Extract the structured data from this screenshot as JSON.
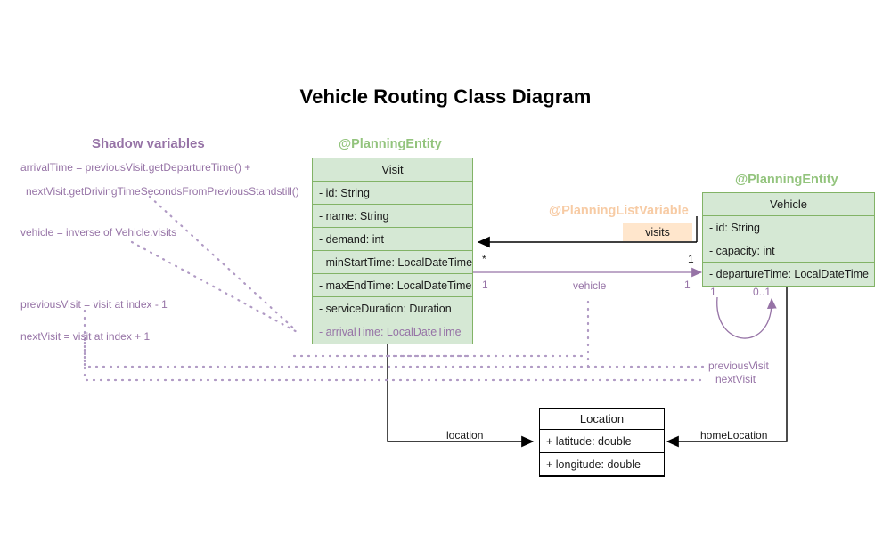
{
  "title": "Vehicle Routing Class Diagram",
  "sections": {
    "shadow_variables_title": "Shadow variables"
  },
  "stereotypes": {
    "visit_entity": "@PlanningEntity",
    "vehicle_entity": "@PlanningEntity",
    "list_variable": "@PlanningListVariable"
  },
  "badges": {
    "visits": "visits"
  },
  "classes": {
    "visit": {
      "name": "Visit",
      "fields": [
        "- id: String",
        "- name: String",
        "- demand: int",
        "- minStartTime: LocalDateTime",
        "- maxEndTime: LocalDateTime",
        "- serviceDuration: Duration"
      ],
      "shadow_fields": [
        "- arrivalTime: LocalDateTime"
      ]
    },
    "vehicle": {
      "name": "Vehicle",
      "fields": [
        "- id: String",
        "- capacity: int",
        "- departureTime: LocalDateTime"
      ]
    },
    "location": {
      "name": "Location",
      "fields": [
        "+ latitude: double",
        "+ longitude: double"
      ]
    }
  },
  "shadow_notes": [
    "arrivalTime = previousVisit.getDepartureTime() +",
    "nextVisit.getDrivingTimeSecondsFromPreviousStandstill()",
    "vehicle = inverse of Vehicle.visits",
    "previousVisit = visit at index - 1",
    "nextVisit = visit at index + 1"
  ],
  "edges": {
    "visits": {
      "label": "visits",
      "source_mult": "1",
      "target_mult": "*"
    },
    "vehicle": {
      "label": "vehicle",
      "source_mult": "1",
      "target_mult": "1"
    },
    "self_loop": {
      "source_mult": "1",
      "target_mult": "0..1"
    },
    "previous_visit": {
      "label": "previousVisit"
    },
    "next_visit": {
      "label": "nextVisit"
    },
    "location": {
      "label": "location"
    },
    "home_location": {
      "label": "homeLocation"
    }
  },
  "colors": {
    "entity_fill": "#d5e8d4",
    "entity_stroke": "#82b366",
    "shadow": "#9673a6",
    "list_variable": "#f7cba4",
    "badge_fill": "#ffe6cc",
    "plain_stroke": "#000000"
  }
}
